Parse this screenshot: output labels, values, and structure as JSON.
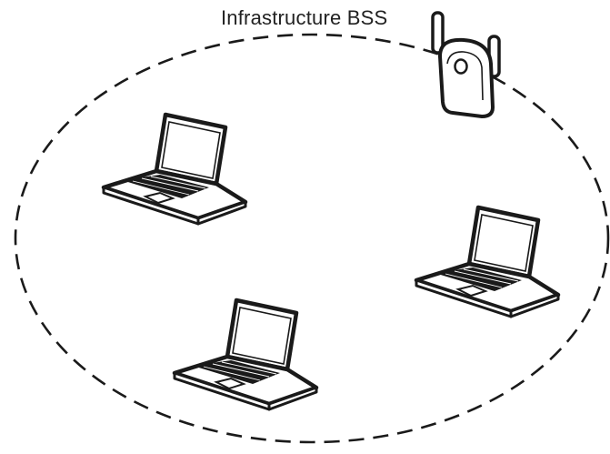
{
  "diagram": {
    "title": "Infrastructure BSS",
    "nodes": [
      {
        "id": "access-point",
        "icon": "access-point-icon"
      },
      {
        "id": "laptop-1",
        "icon": "laptop-icon"
      },
      {
        "id": "laptop-2",
        "icon": "laptop-icon"
      },
      {
        "id": "laptop-3",
        "icon": "laptop-icon"
      }
    ],
    "boundary": {
      "style": "dashed",
      "shape": "ellipse"
    },
    "colors": {
      "stroke": "#1a1a1a",
      "screen": "#ffffff",
      "keyboard": "#1a1a1a",
      "background": "#ffffff"
    }
  }
}
